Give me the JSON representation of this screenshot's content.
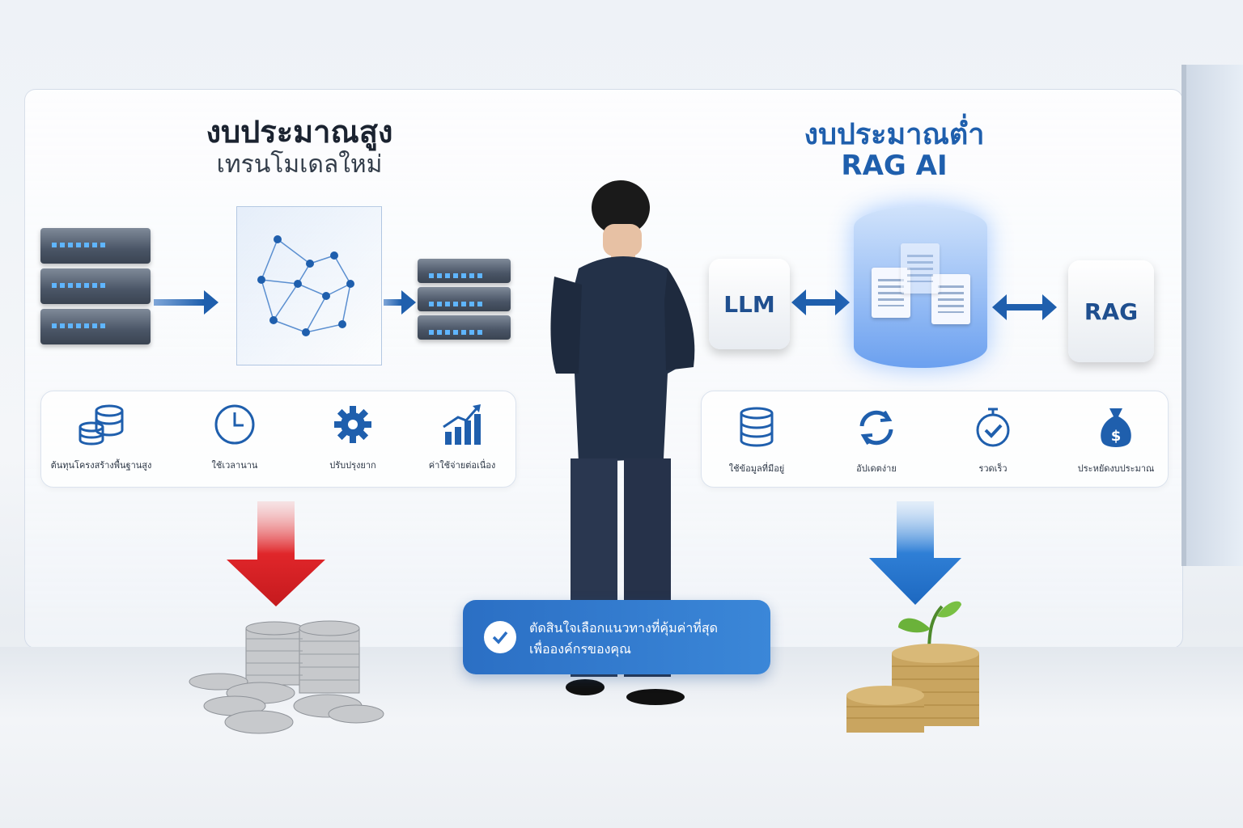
{
  "left": {
    "title": "งบประมาณสูง",
    "subtitle": "เทรนโมเดลใหม่",
    "features": [
      {
        "icon": "coins-stack-icon",
        "label": "ต้นทุนโครงสร้างพื้นฐานสูง"
      },
      {
        "icon": "clock-icon",
        "label": "ใช้เวลานาน"
      },
      {
        "icon": "gear-icon",
        "label": "ปรับปรุงยาก"
      },
      {
        "icon": "growth-chart-icon",
        "label": "ค่าใช้จ่ายต่อเนื่อง"
      }
    ]
  },
  "right": {
    "title": "งบประมาณต่ำ",
    "subtitle": "RAG AI",
    "key_left": "LLM",
    "key_right": "RAG",
    "features": [
      {
        "icon": "database-icon",
        "label": "ใช้ข้อมูลที่มีอยู่"
      },
      {
        "icon": "refresh-icon",
        "label": "อัปเดตง่าย"
      },
      {
        "icon": "stopwatch-icon",
        "label": "รวดเร็ว"
      },
      {
        "icon": "money-bag-icon",
        "label": "ประหยัดงบประมาณ"
      }
    ]
  },
  "banner": {
    "line1": "ตัดสินใจเลือกแนวทางที่คุ้มค่าที่สุด",
    "line2": "เพื่อองค์กรของคุณ"
  },
  "colors": {
    "accent_blue": "#1f5fad",
    "down_red": "#e0262a",
    "down_blue": "#2f7fd6",
    "banner_blue": "#3b87d8"
  }
}
